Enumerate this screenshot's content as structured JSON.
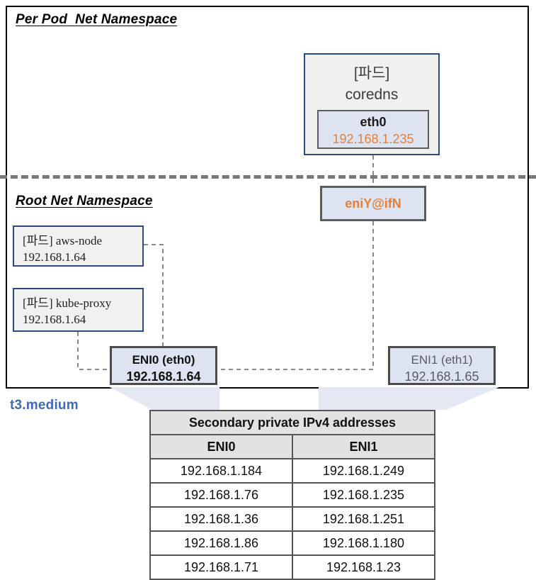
{
  "diagram": {
    "namespaces": {
      "pod": "Per Pod  Net Namespace",
      "root": "Root Net Namespace"
    },
    "pod_box": {
      "label_bracket": "[파드]",
      "name": "coredns",
      "interface": {
        "name": "eth0",
        "ip": "192.168.1.235"
      }
    },
    "host_interface": {
      "label": "eniY@ifN"
    },
    "system_pods": [
      {
        "bracket": "[파드] aws-node",
        "ip": "192.168.1.64"
      },
      {
        "bracket": "[파드] kube-proxy",
        "ip": "192.168.1.64"
      }
    ],
    "enis": [
      {
        "title": "ENI0 (eth0)",
        "ip": "192.168.1.64"
      },
      {
        "title": "ENI1 (eth1)",
        "ip": "192.168.1.65"
      }
    ],
    "instance_type": "t3.medium",
    "colors": {
      "accent_orange": "#e0813c",
      "pod_border_blue": "#2b4a7d",
      "instance_blue": "#4169b5",
      "eni_fill": "#dde3f0",
      "funnel": "#e3e8f2"
    }
  },
  "table": {
    "title": "Secondary private IPv4 addresses",
    "headers": [
      "ENI0",
      "ENI1"
    ],
    "rows": [
      [
        "192.168.1.184",
        "192.168.1.249"
      ],
      [
        "192.168.1.76",
        "192.168.1.235"
      ],
      [
        "192.168.1.36",
        "192.168.1.251"
      ],
      [
        "192.168.1.86",
        "192.168.1.180"
      ],
      [
        "192.168.1.71",
        "192.168.1.23"
      ]
    ],
    "highlight": {
      "row": 1,
      "col": 1
    }
  }
}
